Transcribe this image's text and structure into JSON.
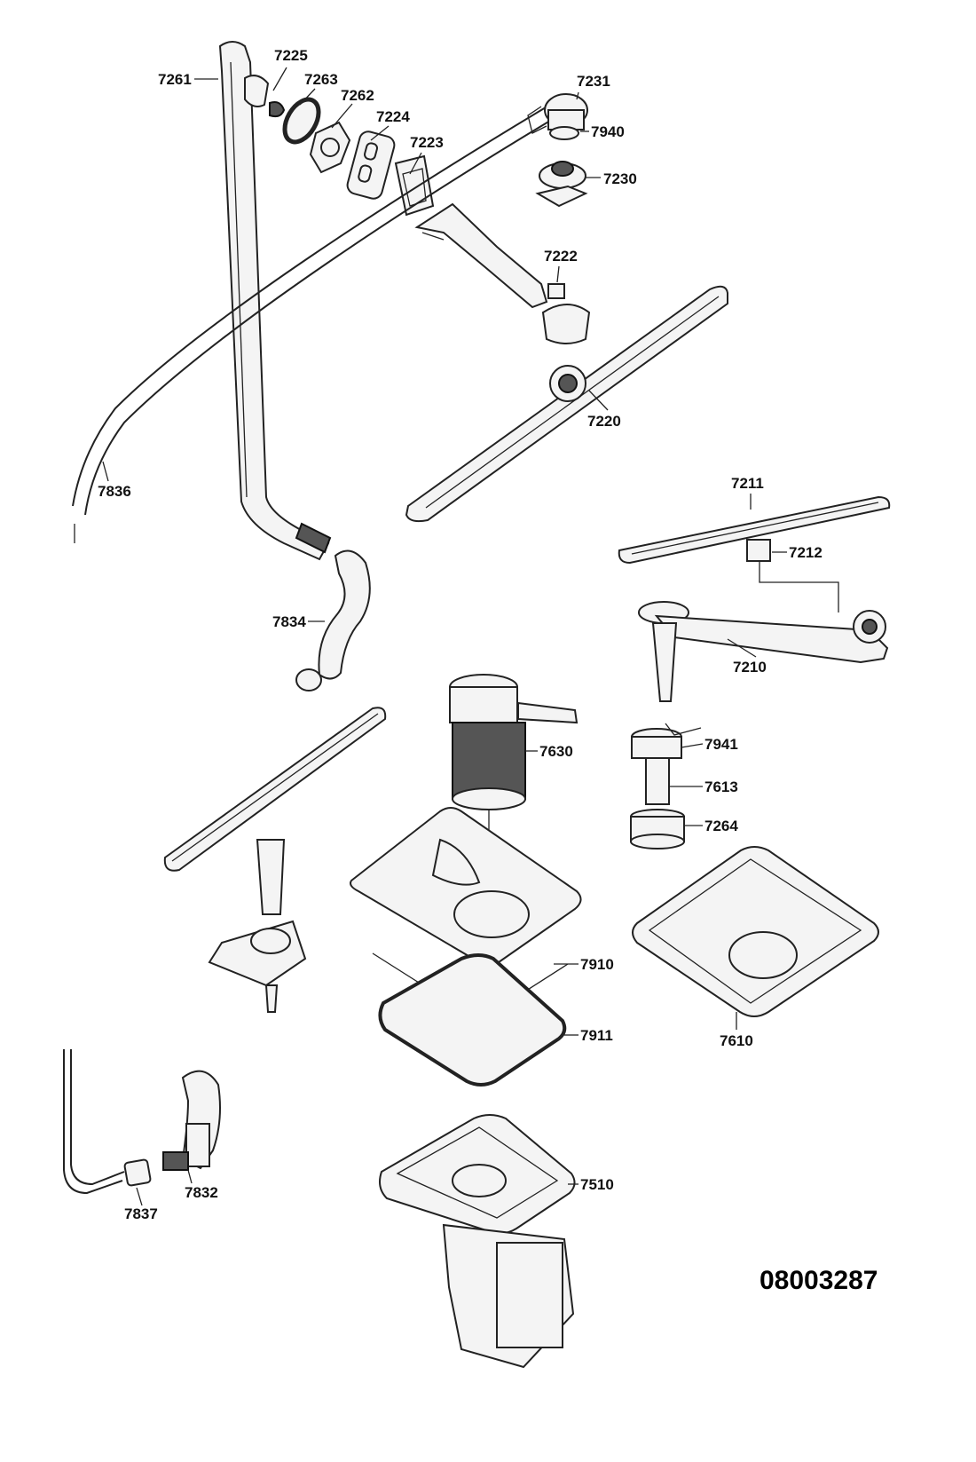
{
  "diagram": {
    "document_number": "08003287",
    "labels": {
      "p7261": "7261",
      "p7225": "7225",
      "p7263": "7263",
      "p7262": "7262",
      "p7224": "7224",
      "p7223": "7223",
      "p7231": "7231",
      "p7940": "7940",
      "p7230": "7230",
      "p7222": "7222",
      "p7220": "7220",
      "p7836": "7836",
      "p7211": "7211",
      "p7212": "7212",
      "p7210": "7210",
      "p7834": "7834",
      "p7941": "7941",
      "p7630": "7630",
      "p7613": "7613",
      "p7264": "7264",
      "p7910": "7910",
      "p7911": "7911",
      "p7610": "7610",
      "p7832": "7832",
      "p7837": "7837",
      "p7510": "7510"
    }
  }
}
